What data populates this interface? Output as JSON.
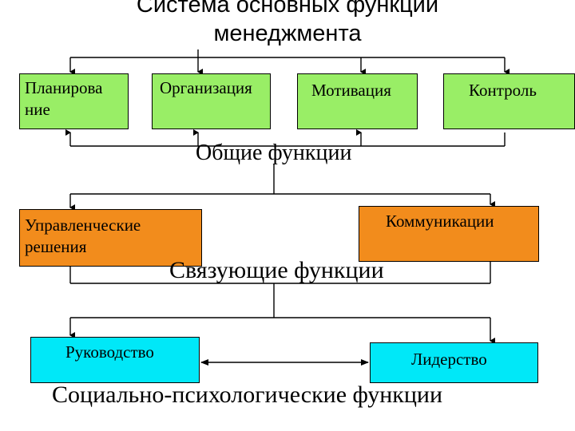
{
  "title_line1": "Система основных функций",
  "title_line2": "менеджмента",
  "general": {
    "label": "Общие функции",
    "boxes": [
      "Планирова ние",
      "Организация",
      "Мотивация",
      "Контроль"
    ]
  },
  "linking": {
    "label": "Связующие функции",
    "boxes": [
      "Управленческие решения",
      "Коммуникации"
    ]
  },
  "social": {
    "label": "Социально-психологические функции",
    "boxes": [
      "Руководство",
      "Лидерство"
    ]
  }
}
